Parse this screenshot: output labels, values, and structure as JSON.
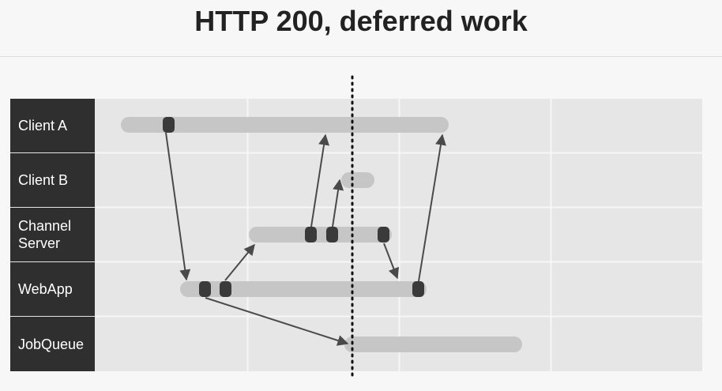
{
  "title": "HTTP 200, deferred work",
  "lanes": [
    {
      "label": "Client A"
    },
    {
      "label": "Client B"
    },
    {
      "label": "Channel\nServer"
    },
    {
      "label": "WebApp"
    },
    {
      "label": "JobQueue"
    }
  ]
}
